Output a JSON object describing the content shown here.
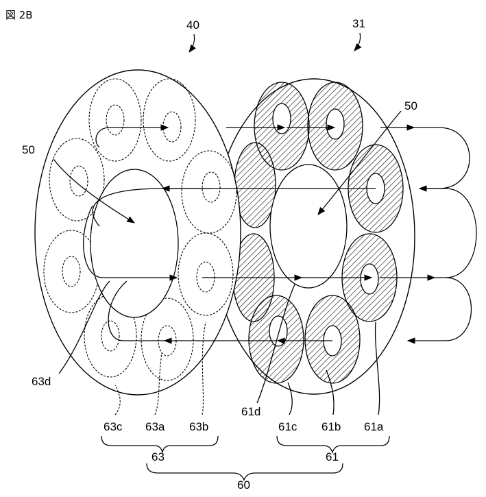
{
  "figure_label": "図 2B",
  "labels": {
    "part_40": "40",
    "part_31": "31",
    "core_50_left": "50",
    "core_50_right": "50",
    "core_63d": "63d",
    "core_61d": "61d",
    "core_63c": "63c",
    "core_63a": "63a",
    "core_63b": "63b",
    "core_61c": "61c",
    "core_61b": "61b",
    "core_61a": "61a",
    "group_63": "63",
    "group_61": "61",
    "group_60": "60"
  },
  "colors": {
    "stroke": "#000000",
    "background": "#ffffff"
  }
}
